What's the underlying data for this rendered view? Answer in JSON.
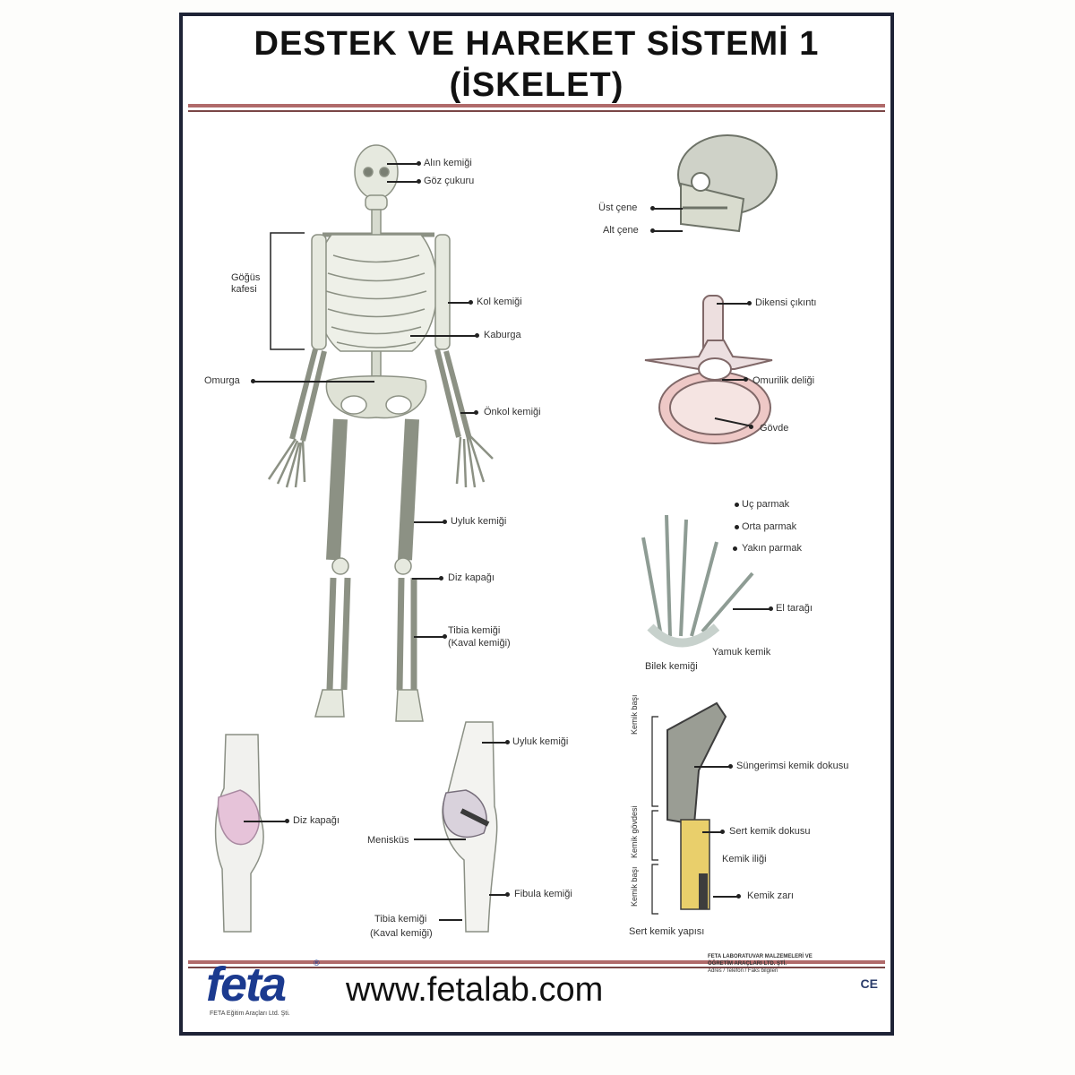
{
  "header": {
    "title_line1": "DESTEK VE HAREKET SİSTEMİ 1",
    "title_line2": "(İSKELET)"
  },
  "skeleton_labels": {
    "alin": "Alın kemiği",
    "goz": "Göz çukuru",
    "gogus": "Göğüs kafesi",
    "kol": "Kol kemiği",
    "kaburga": "Kaburga",
    "omurga": "Omurga",
    "onkol": "Önkol kemiği",
    "uyluk": "Uyluk kemiği",
    "diz": "Diz kapağı",
    "tibia1": "Tibia kemiği",
    "tibia2": "(Kaval kemiği)"
  },
  "skull_labels": {
    "ust": "Üst çene",
    "alt": "Alt çene"
  },
  "vertebra_labels": {
    "diken": "Dikensi çıkıntı",
    "omurilik": "Omurilik deliği",
    "govde": "Gövde"
  },
  "hand_labels": {
    "uc": "Uç parmak",
    "orta": "Orta parmak",
    "yakin": "Yakın parmak",
    "el": "El tarağı",
    "bilek": "Bilek kemiği",
    "yamuk": "Yamuk kemik"
  },
  "knee_labels": {
    "diz": "Diz kapağı",
    "uyluk": "Uyluk kemiği",
    "menisk": "Menisküs",
    "fibula": "Fibula kemiği",
    "tibia1": "Tibia kemiği",
    "tibia2": "(Kaval kemiği)"
  },
  "bone_labels": {
    "sungerimsi": "Süngerimsi kemik dokusu",
    "sert": "Sert kemik dokusu",
    "ilik": "Kemik iliği",
    "kanal": "Kemik zarı",
    "zar": "Sert kemik yapısı",
    "side1": "Kemik başı",
    "side2": "Kemik gövdesi",
    "side3": "Kemik başı"
  },
  "footer": {
    "logo": "feta",
    "logo_sub": "FETA Eğitim Araçları Ltd. Şti.",
    "registered": "®",
    "url": "www.fetalab.com",
    "info_title": "FETA LABORATUVAR MALZEMELERİ VE",
    "info_line2": "ÖĞRETİM ARAÇLARI LTD. ŞTİ.",
    "info_body": "Adres / Telefon / Faks bilgileri",
    "cert": "CE"
  },
  "colors": {
    "frame": "#1e2336",
    "rule": "#b06a6a",
    "bone": "#e6e9df",
    "bone_stroke": "#8c9184",
    "knee_pink": "#e6c3d9",
    "marrow": "#e9cf6b",
    "spongy": "#8b8e86",
    "logo": "#1b3a8f"
  }
}
